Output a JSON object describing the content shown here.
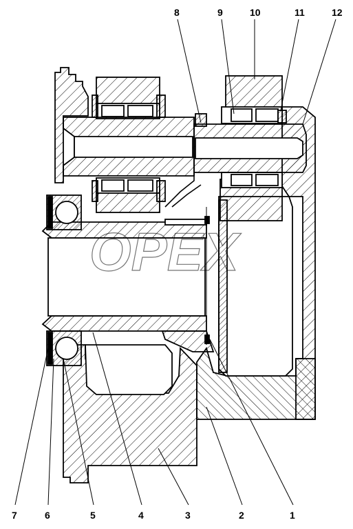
{
  "drawing": {
    "watermark_text": "OPEX",
    "callouts": [
      "1",
      "2",
      "3",
      "4",
      "5",
      "6",
      "7",
      "8",
      "9",
      "10",
      "11",
      "12"
    ]
  }
}
